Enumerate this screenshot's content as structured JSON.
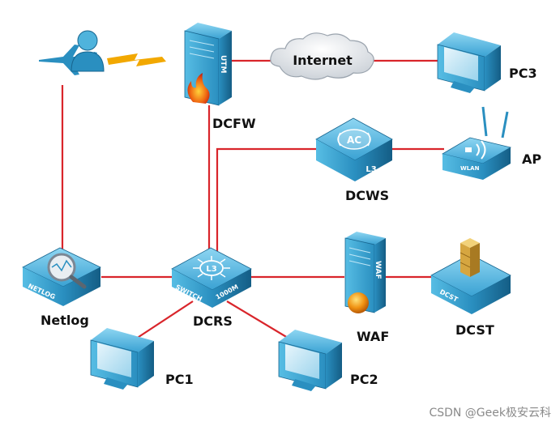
{
  "labels": {
    "dcfw": "DCFW",
    "utm_text": "UTM",
    "internet": "Internet",
    "pc3": "PC3",
    "dcws": "DCWS",
    "ac_text": "AC",
    "l3_text": "L3",
    "ap": "AP",
    "wlan_text": "WLAN",
    "netlog": "Netlog",
    "netlog_text": "NETLOG",
    "dcrs": "DCRS",
    "switch_text": "SWITCH",
    "speed_text": "1000M",
    "switch_l3_text": "L3",
    "waf": "WAF",
    "waf_text": "WAF",
    "dcst": "DCST",
    "dcst_text": "DCST",
    "pc1": "PC1",
    "pc2": "PC2"
  },
  "watermark": "CSDN @Geek极安云科",
  "colors": {
    "link": "#d9252b",
    "attack_bolt": "#f2a800",
    "device_light": "#4fb3dc",
    "device_mid": "#2a8fc0",
    "device_dark": "#17658f"
  },
  "icons": {
    "attacker": "airplane-person-icon",
    "dcfw": "firewall-tower-icon",
    "internet": "cloud-icon",
    "pc": "desktop-computer-icon",
    "dcws": "wireless-controller-icon",
    "ap": "access-point-icon",
    "netlog": "log-auditor-icon",
    "dcrs": "l3-switch-icon",
    "waf": "waf-tower-icon",
    "dcst": "storage-icon"
  }
}
